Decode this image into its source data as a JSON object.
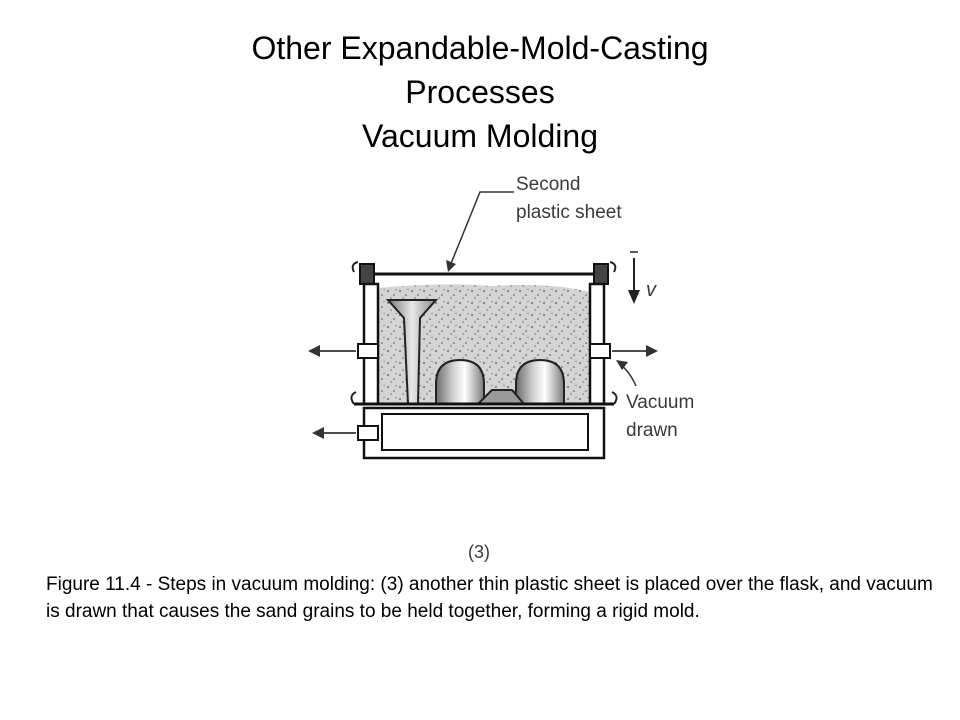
{
  "title": {
    "line1": "Other Expandable-Mold-Casting",
    "line2": "Processes",
    "line3": "Vacuum Molding"
  },
  "diagram": {
    "label_second_line1": "Second",
    "label_second_line2": "plastic sheet",
    "label_v": "v",
    "label_vacuum_line1": "Vacuum",
    "label_vacuum_line2": "drawn",
    "step": "(3)"
  },
  "caption": "Figure 11.4 - Steps in vacuum molding: (3) another thin plastic sheet is placed over the flask, and vacuum is drawn that causes the sand grains to be held together, forming a rigid mold."
}
